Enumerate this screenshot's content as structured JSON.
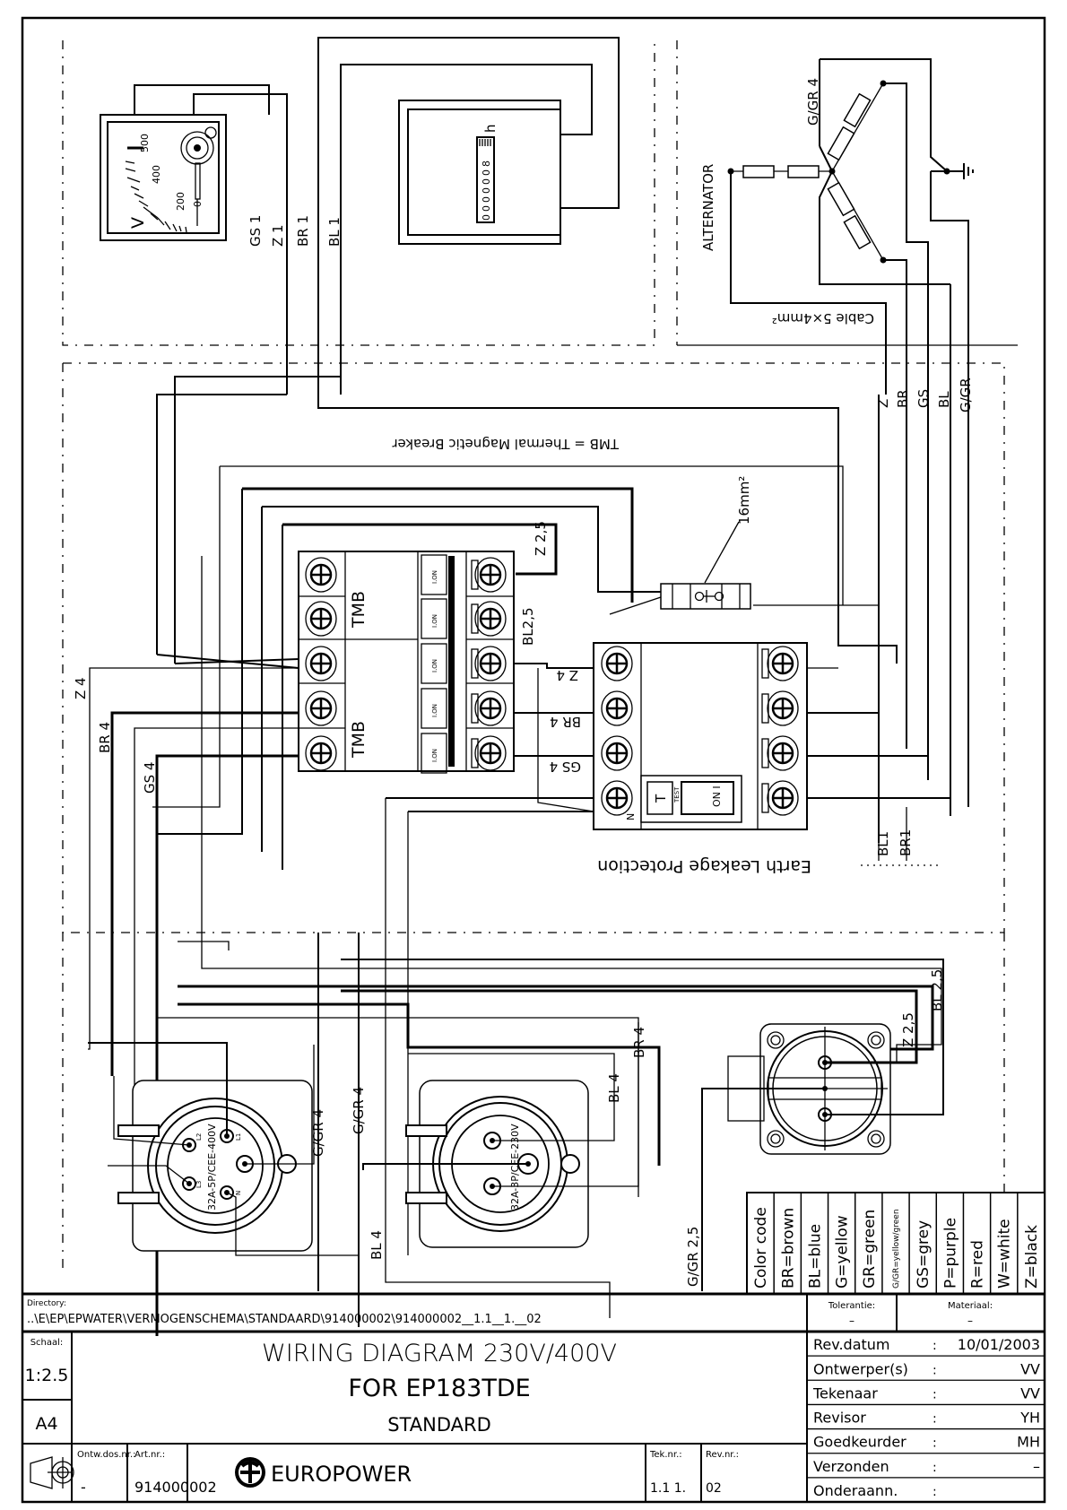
{
  "wire_labels": {
    "gs1": "GS 1",
    "z1": "Z 1",
    "br1": "BR 1",
    "bl1": "BL 1",
    "z": "Z",
    "br": "BR",
    "gs": "GS",
    "bl": "BL",
    "ggr": "G/GR",
    "ggr4_alt": "G/GR 4",
    "z25_top": "Z 2,5",
    "bl25_top": "BL2,5",
    "z4_rcd": "Z 4",
    "br4_rcd": "BR 4",
    "gs4_rcd": "GS 4",
    "z4_left": "Z 4",
    "br4_left": "BR 4",
    "gs4_left": "GS 4",
    "bl1_bottom": "BL1",
    "br1_bottom": "BR1",
    "ggr4_s1": "G/GR 4",
    "ggr4_s2": "G/GR 4",
    "bl4_s1": "BL 4",
    "bl4_s2": "BL 4",
    "br4_s2": "BR 4",
    "z25_s3": "Z 2,5",
    "bl25_s3": "BL 2,5",
    "ggr25_s3": "G/GR 2,5"
  },
  "components": {
    "alternator": "ALTERNATOR",
    "cable": "Cable 5×4mm²",
    "tmb_legend": "TMB = Thermal Magnetic Breaker",
    "tmb": "TMB",
    "breaker_on": "I.ON",
    "earth_leakage": "Earth Leakage Protection",
    "rcd_test": "T",
    "rcd_test_small": "TEST",
    "rcd_on": "ON I",
    "rcd_n": "N",
    "earth_bar": "16mm²",
    "voltmeter": {
      "unit": "V",
      "scale": [
        "500",
        "400",
        "200",
        "0"
      ]
    },
    "hour_meter": {
      "unit": "h",
      "digits": "0000008"
    },
    "socket_1": {
      "rating": "32A-5P/CEE-400V",
      "pins": [
        "L1",
        "L2",
        "L3",
        "N"
      ]
    },
    "socket_2": {
      "rating": "32A-3P/CEE-230V"
    }
  },
  "color_code": {
    "title": "Color code",
    "entries": [
      "BR=brown",
      "BL=blue",
      "G=yellow",
      "GR=green",
      "G/GR=yellow/green",
      "GS=grey",
      "P=purple",
      "R=red",
      "W=white",
      "Z=black"
    ]
  },
  "title_block": {
    "directory_label": "Directory:",
    "directory": "..\\E\\EP\\EPWATER\\VERMOGENSCHEMA\\STANDAARD\\914000002\\914000002__1.1__1.__02",
    "tolerantie_label": "Tolerantie:",
    "tolerantie": "–",
    "materiaal_label": "Materiaal:",
    "materiaal": "–",
    "schaal_label": "Schaal:",
    "schaal": "1:2.5",
    "format": "A4",
    "title_line1": "WIRING DIAGRAM 230V/400V",
    "title_line2": "FOR EP183TDE",
    "title_line3": "STANDARD",
    "ontw_label": "Ontw.dos.nr.:",
    "ontw": "-",
    "art_label": "Art.nr.:",
    "art": "914000002",
    "brand": "EUROPOWER",
    "tek_label": "Tek.nr.:",
    "tek": "1.1 1.",
    "rev_label": "Rev.nr.:",
    "rev": "02",
    "meta": [
      {
        "key": "Rev.datum",
        "sep": ":",
        "val": "10/01/2003"
      },
      {
        "key": "Ontwerper(s)",
        "sep": ":",
        "val": "VV"
      },
      {
        "key": "Tekenaar",
        "sep": ":",
        "val": "VV"
      },
      {
        "key": "Revisor",
        "sep": ":",
        "val": "YH"
      },
      {
        "key": "Goedkeurder",
        "sep": ":",
        "val": "MH"
      },
      {
        "key": "Verzonden",
        "sep": ":",
        "val": "–"
      },
      {
        "key": "Onderaann.",
        "sep": ":",
        "val": ""
      }
    ]
  }
}
